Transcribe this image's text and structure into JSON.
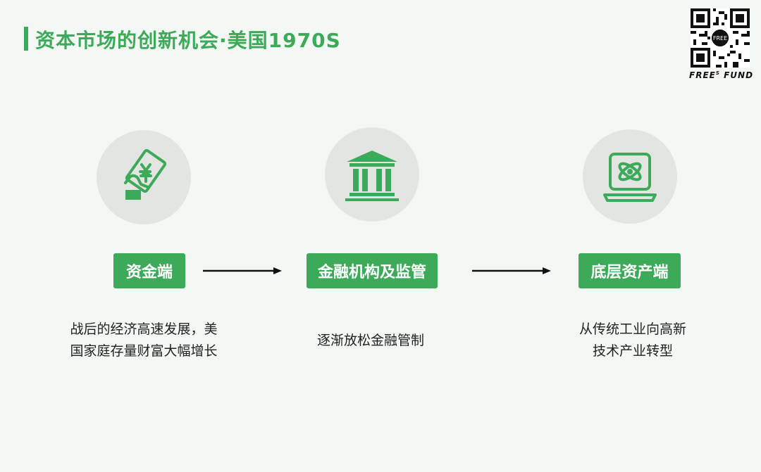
{
  "header": {
    "title": "资本市场的创新机会·美国1970S"
  },
  "brand": {
    "name": "FREE",
    "superscript": "S",
    "suffix": "FUND",
    "qr_center_text": "FREE"
  },
  "flow": {
    "steps": [
      {
        "icon": "banknote-hand-icon",
        "label": "资金端",
        "desc_lines": [
          "战后的经济高速发展，美",
          "国家庭存量财富大幅增长"
        ]
      },
      {
        "icon": "bank-building-icon",
        "label": "金融机构及监管",
        "desc_lines": [
          "逐渐放松金融管制"
        ]
      },
      {
        "icon": "atom-laptop-icon",
        "label": "底层资产端",
        "desc_lines": [
          "从传统工业向高新",
          "技术产业转型"
        ]
      }
    ]
  },
  "colors": {
    "accent": "#3daa5a",
    "background": "#f3f8f4",
    "icon_circle": "#e3e5e3",
    "text": "#222222"
  }
}
